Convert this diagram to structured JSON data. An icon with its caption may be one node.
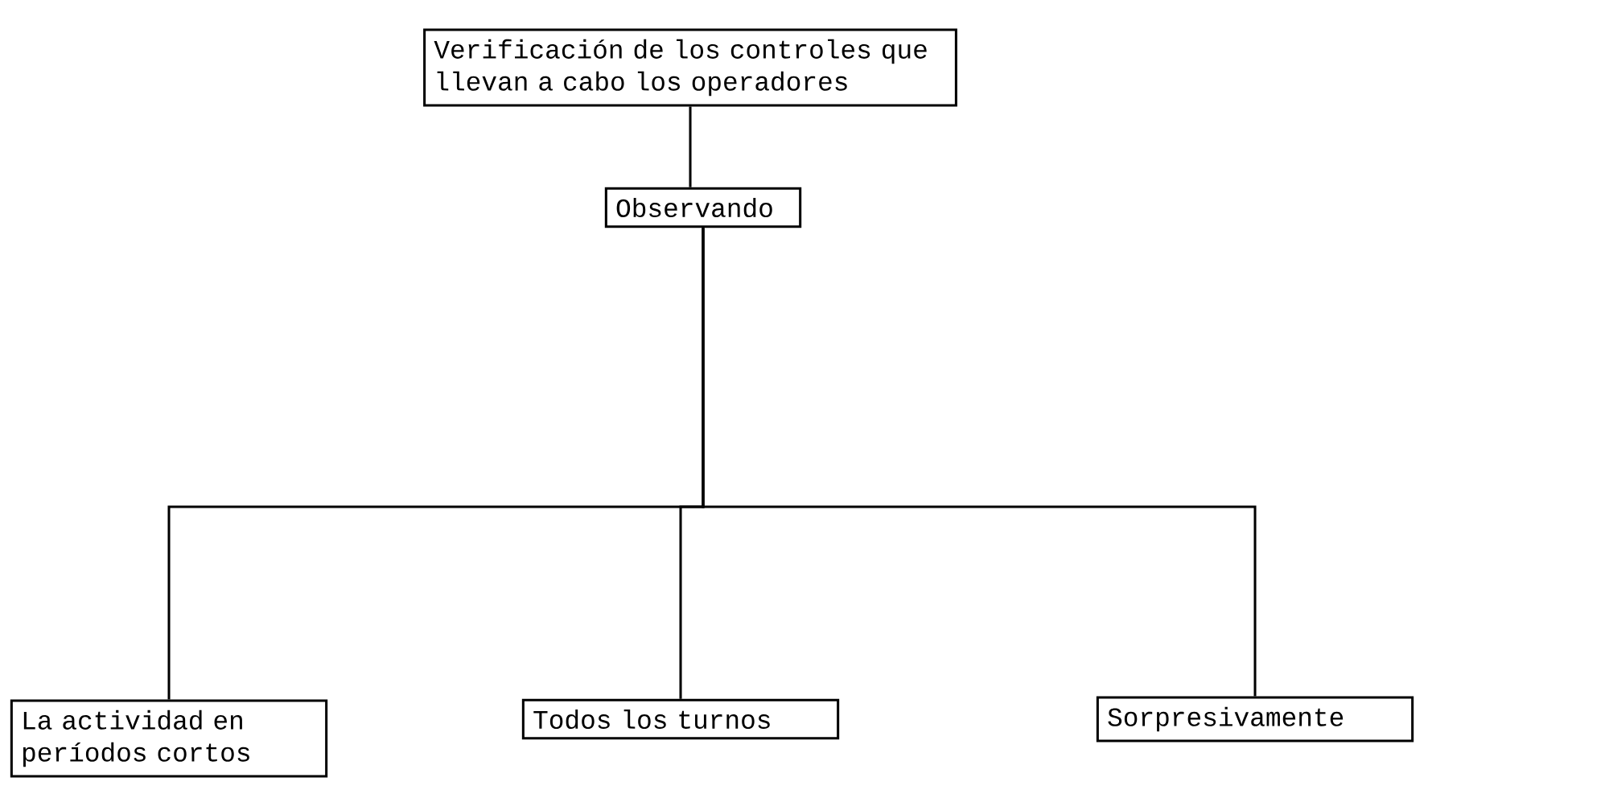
{
  "diagram": {
    "nodes": [
      {
        "text": [
          "Verificación de los controles que llevan a cabo los operadores"
        ]
      },
      {
        "text": [
          "Observando"
        ]
      },
      {
        "text": [
          "La actividad en períodos cortos"
        ]
      },
      {
        "text": [
          "Todos los turnos"
        ]
      },
      {
        "text": [
          "Sorpresivamente"
        ]
      }
    ],
    "edges": [
      {
        "from": 0,
        "to": 1,
        "arrow": "none"
      },
      {
        "from": 1,
        "to": 2,
        "arrow": "none"
      },
      {
        "from": 1,
        "to": 3,
        "arrow": "none"
      },
      {
        "from": 1,
        "to": 4,
        "arrow": "none"
      }
    ]
  }
}
